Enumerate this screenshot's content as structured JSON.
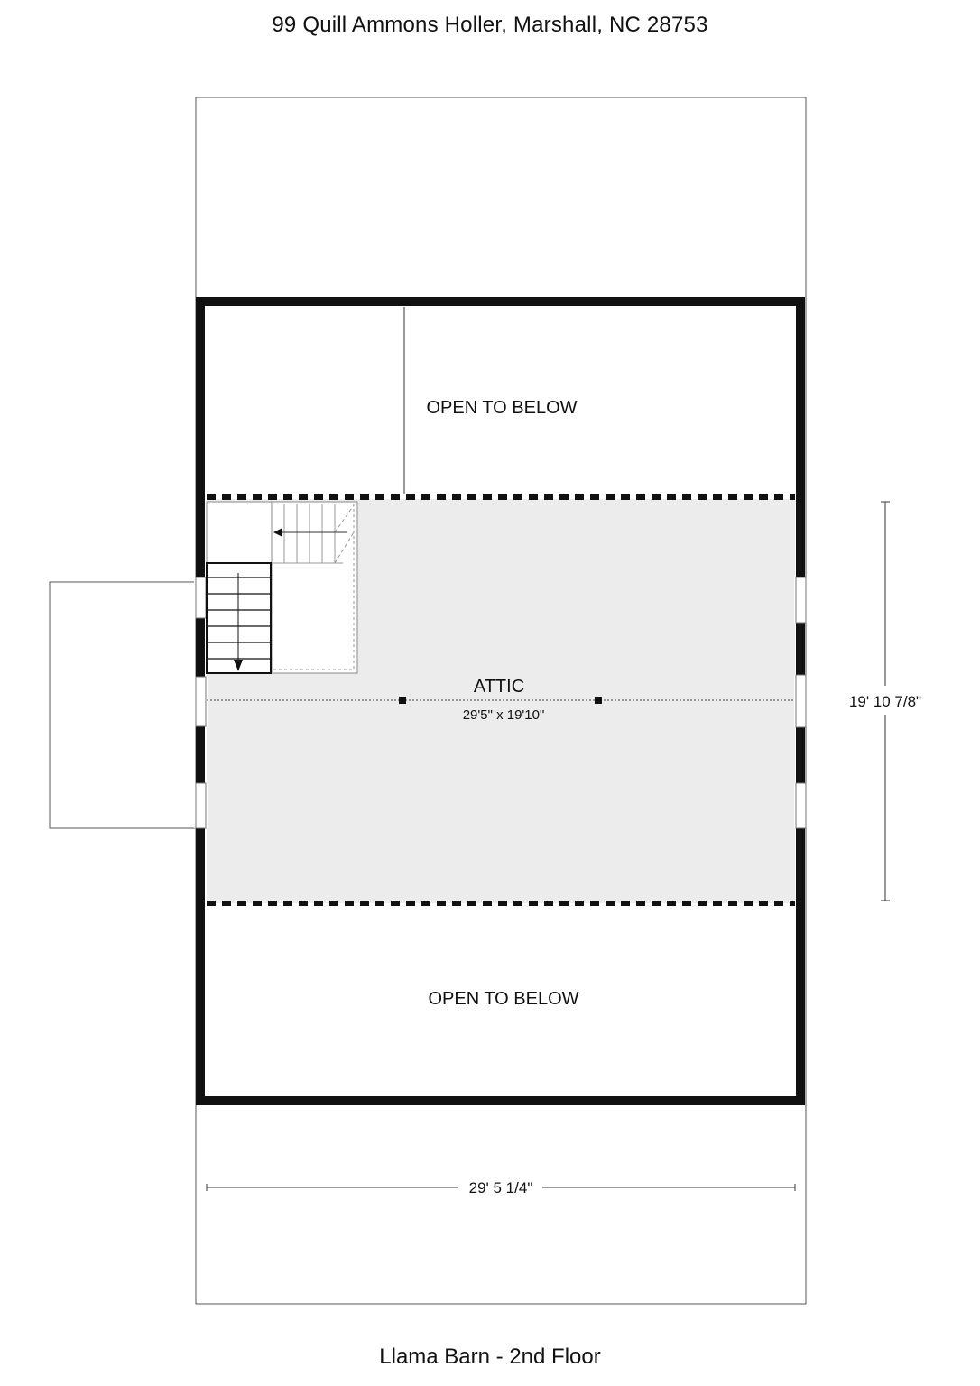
{
  "header": {
    "address": "99 Quill Ammons Holler, Marshall, NC 28753"
  },
  "footer": {
    "floor_title": "Llama Barn - 2nd Floor"
  },
  "rooms": {
    "open_top": {
      "label": "OPEN TO BELOW"
    },
    "open_bottom": {
      "label": "OPEN TO BELOW"
    },
    "attic": {
      "label": "ATTIC",
      "size": "29'5\" x 19'10\""
    }
  },
  "dimensions": {
    "vertical": "19' 10 7/8\"",
    "horizontal": "29' 5 1/4\""
  },
  "colors": {
    "wall": "#111111",
    "attic_fill": "#ececec",
    "line": "#333333"
  }
}
